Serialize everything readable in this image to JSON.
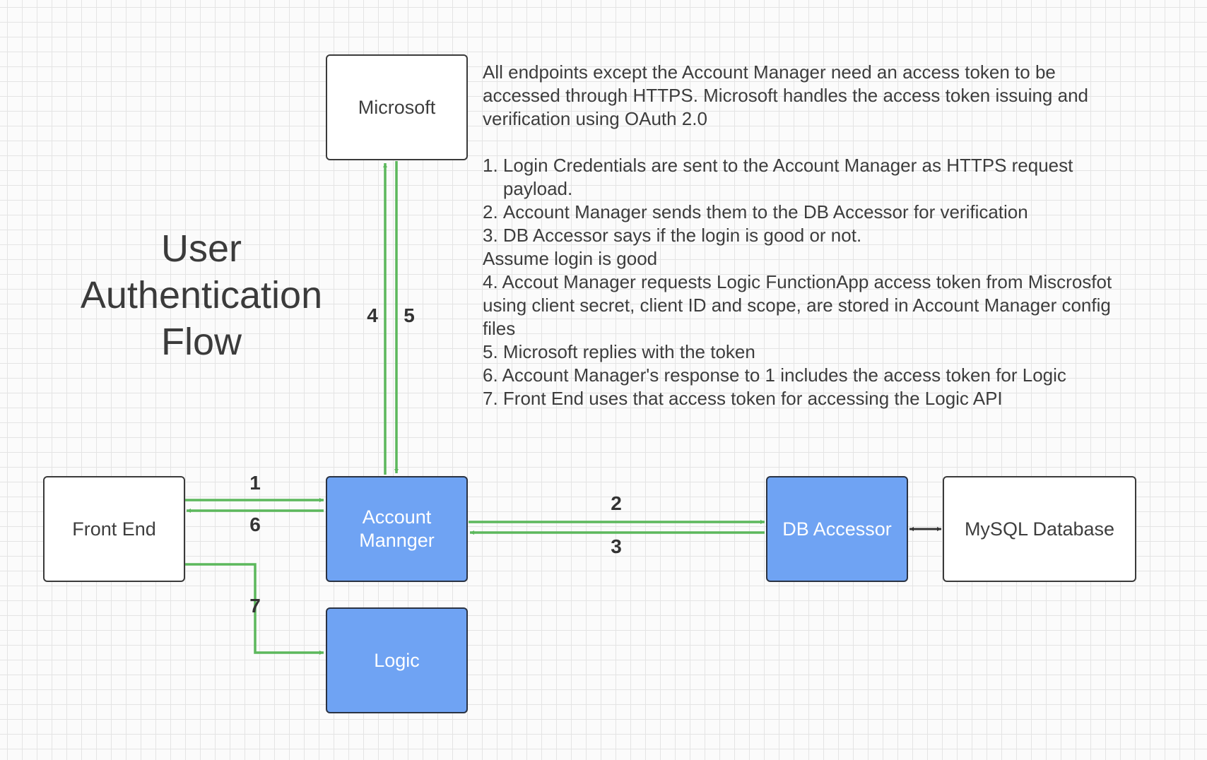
{
  "title": [
    "User",
    "Authentication",
    "Flow"
  ],
  "nodes": {
    "microsoft": "Microsoft",
    "front_end": "Front End",
    "account_manager": [
      "Account",
      "Mannger"
    ],
    "logic": "Logic",
    "db_accessor": "DB Accessor",
    "mysql": "MySQL Database"
  },
  "flow_labels": {
    "step1": "1",
    "step2": "2",
    "step3": "3",
    "step4": "4",
    "step5": "5",
    "step6": "6",
    "step7": "7"
  },
  "notes": {
    "intro": "All endpoints except the Account Manager need an access token to be accessed through HTTPS. Microsoft handles the access token issuing and verification using OAuth 2.0",
    "step1": {
      "num": "1. ",
      "text": "Login Credentials are sent to the Account Manager as HTTPS request payload."
    },
    "step2": {
      "num": "2. ",
      "text": "Account Manager sends them to the DB Accessor for verification"
    },
    "step3": {
      "num": "3. ",
      "text": "DB Accessor says if the login is good or not."
    },
    "assume": "Assume login is good",
    "step4": "4. Accout Manager requests Logic FunctionApp access token from Miscrosfot using client secret, client ID and scope, are stored in Account Manager config files",
    "step5": "5. Microsoft replies with the token",
    "step6": "6. Account Manager's response to 1 includes the access token for Logic",
    "step7": "7. Front End uses that access token for accessing the Logic  API"
  },
  "colors": {
    "flow_arrow": "#5cb85c",
    "service_box": "#6fa3f3",
    "plain_box": "#ffffff",
    "link_arrow": "#333333"
  }
}
